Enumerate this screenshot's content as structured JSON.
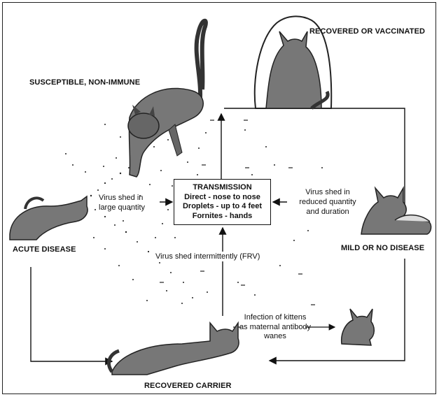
{
  "labels": {
    "susceptible": "SUSCEPTIBLE, NON-IMMUNE",
    "recovered_vaccinated": "RECOVERED OR VACCINATED",
    "acute_disease": "ACUTE DISEASE",
    "mild_no_disease": "MILD OR NO DISEASE",
    "recovered_carrier": "RECOVERED CARRIER"
  },
  "transmission": {
    "title": "TRANSMISSION",
    "line1": "Direct - nose to nose",
    "line2": "Droplets - up to 4 feet",
    "line3": "Fornites - hands"
  },
  "notes": {
    "virus_large_1": "Virus shed in",
    "virus_large_2": "large quantity",
    "virus_reduced_1": "Virus shed in",
    "virus_reduced_2": "reduced quantity",
    "virus_reduced_3": "and duration",
    "virus_intermittent": "Virus shed intermittently (FRV)",
    "kittens_1": "Infection of kittens",
    "kittens_2": "as maternal antibody",
    "kittens_3": "wanes"
  }
}
